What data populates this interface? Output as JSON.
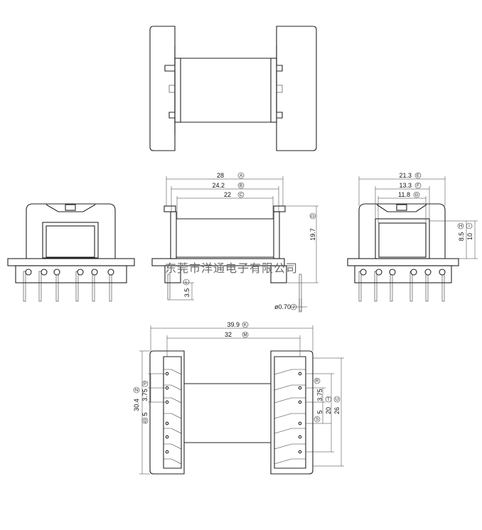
{
  "dimensions": {
    "overall_length_a": {
      "value": "28",
      "label": "A"
    },
    "length_b": {
      "value": "24.2",
      "label": "B"
    },
    "length_c": {
      "value": "22",
      "label": "C"
    },
    "height_d": {
      "value": "19.7",
      "label": "D"
    },
    "pin_length_l": {
      "value": "3.5",
      "label": "L"
    },
    "pin_dia_j": {
      "value": "ø0.70",
      "label": "J"
    },
    "width_e": {
      "value": "21.3",
      "label": "E"
    },
    "width_f": {
      "value": "13.3",
      "label": "F"
    },
    "width_g": {
      "value": "11.8",
      "label": "G"
    },
    "height_h": {
      "value": "8.5",
      "label": "H"
    },
    "height_i": {
      "value": "10",
      "label": "I"
    },
    "overall_k": {
      "value": "39.9",
      "label": "K"
    },
    "pin_span_m": {
      "value": "32",
      "label": "M"
    },
    "width_n": {
      "value": "30.4",
      "label": "N"
    },
    "pitch_p": {
      "value": "3.75",
      "label": "P"
    },
    "pitch_q": {
      "value": "5",
      "label": "Q"
    },
    "pitch_r": {
      "value": "3.75",
      "label": "R"
    },
    "pitch_s": {
      "value": "5",
      "label": "S"
    },
    "row_t": {
      "value": "20",
      "label": "T"
    },
    "row_u": {
      "value": "26",
      "label": "U"
    }
  },
  "watermark": "东莞市洋通电子有限公司"
}
